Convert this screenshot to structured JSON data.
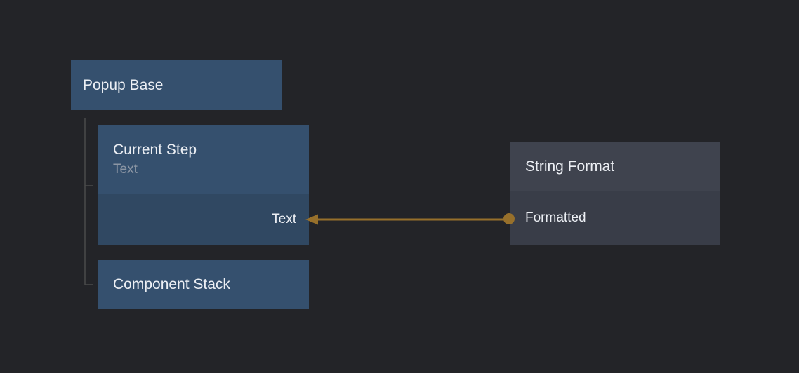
{
  "nodes": {
    "popup_base": {
      "title": "Popup Base",
      "color": "#35506E"
    },
    "current_step": {
      "title": "Current Step",
      "subtitle": "Text",
      "header_color": "#35506E",
      "body_color": "#304862",
      "input_port": {
        "label": "Text"
      }
    },
    "component_stack": {
      "title": "Component Stack",
      "color": "#35506E"
    },
    "string_format": {
      "title": "String Format",
      "header_color": "#3F434E",
      "body_color": "#393D48",
      "output_port": {
        "label": "Formatted"
      }
    }
  },
  "connection": {
    "from_port": "Formatted",
    "to_port": "Text",
    "color": "#97702B"
  },
  "hierarchy": {
    "line_color": "#4B4B4B"
  }
}
